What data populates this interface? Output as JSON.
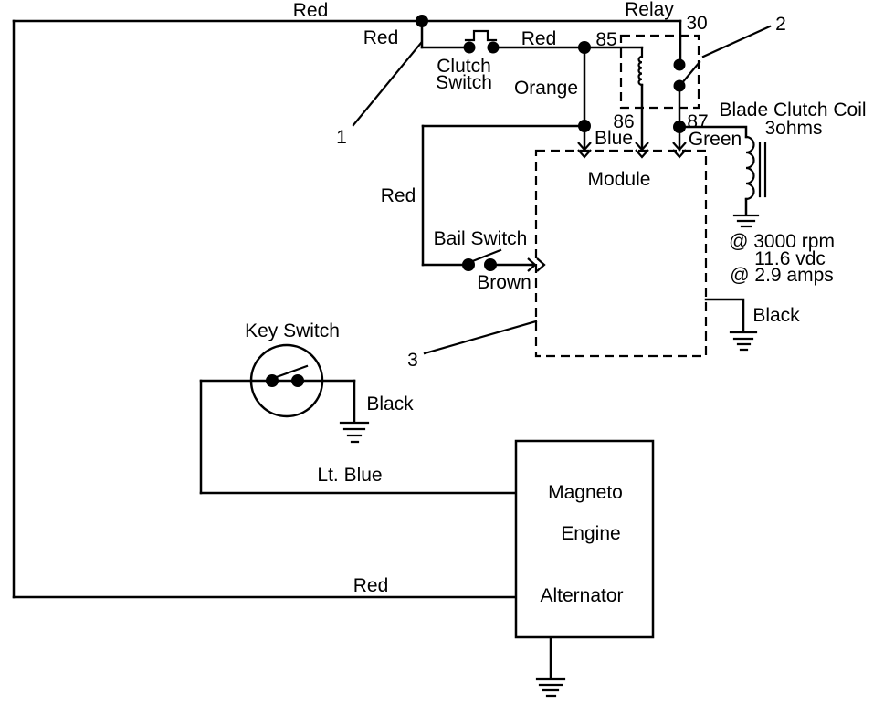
{
  "labels": {
    "red_top": "Red",
    "red_feed": "Red",
    "red_to_relay": "Red",
    "red_bail_feed": "Red",
    "red_bottom": "Red",
    "orange": "Orange",
    "blue": "Blue",
    "green": "Green",
    "brown": "Brown",
    "lt_blue": "Lt. Blue",
    "black_key_switch": "Black",
    "black_module": "Black"
  },
  "components": {
    "clutch_switch": {
      "line1": "Clutch",
      "line2": "Switch"
    },
    "relay": {
      "name": "Relay",
      "pin_30": "30",
      "pin_85": "85",
      "pin_86": "86",
      "pin_87": "87"
    },
    "module": {
      "name": "Module"
    },
    "bail_switch": {
      "name": "Bail Switch"
    },
    "key_switch": {
      "name": "Key Switch"
    },
    "blade_clutch_coil": {
      "name": "Blade Clutch Coil",
      "resistance": "3ohms",
      "spec_rpm": "@ 3000 rpm",
      "spec_vdc": "11.6 vdc",
      "spec_amps": "@ 2.9 amps"
    },
    "engine": {
      "line1": "Magneto",
      "line2": "Engine",
      "line3": "Alternator"
    }
  },
  "callouts": {
    "one": "1",
    "two": "2",
    "three": "3"
  },
  "colors": {
    "ink": "#000000",
    "background": "#ffffff"
  }
}
